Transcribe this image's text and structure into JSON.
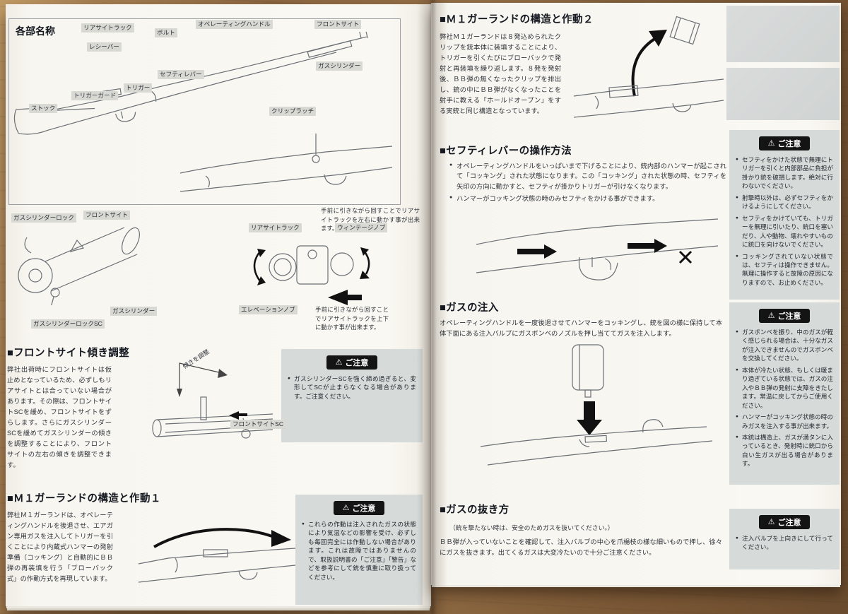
{
  "meta": {
    "warning_icon": "⚠"
  },
  "left": {
    "parts": {
      "title": "各部名称",
      "labels": [
        "リアサイトラック",
        "ボルト",
        "オペレーティングハンドル",
        "フロントサイト",
        "レシーバー",
        "ガスシリンダー",
        "セフティレバー",
        "トリガーガード",
        "トリガー",
        "ストック",
        "クリップラッチ"
      ],
      "note_right": "手前に引きながら回すことでリアサイトラックを左右に動かす事が出来ます。"
    },
    "gas_diagram": {
      "labels": [
        "ガスシリンダーロック",
        "フロントサイト",
        "ガスシリンダー",
        "ガスシリンダーロックSC"
      ]
    },
    "rear_sight_diagram": {
      "labels": [
        "リアサイトラック",
        "ウィンテージノブ",
        "エレベーションノブ"
      ],
      "note": "手前に引きながら回すことでリアサイトラックを上下に動かす事が出来ます。"
    },
    "front_sight_section": {
      "title": "■フロントサイト傾き調整",
      "body": "弊社出荷時にフロントサイトは仮止めとなっているため、必ずしもリアサイトとは合っていない場合があります。その際は、フロントサイトSCを緩め、フロントサイトをずらします。さらにガスシリンダーSCを緩めてガスシリンダーの傾きを調整することにより、フロントサイトの左右の傾きを調整できます。",
      "label_tilt": "傾きを調整",
      "label_sc": "フロントサイトSC"
    },
    "caution1": {
      "title": "ご注意",
      "items": [
        "ガスシリンダーSCを強く締め過ぎると、変形してSCが止まらなくなる場合があります。ご注意ください。"
      ]
    },
    "mech1_section": {
      "title": "■Ｍ１ガーランドの構造と作動１",
      "body": "弊社Ｍ１ガーランドは、オペレーティングハンドルを後退させ、エアガン専用ガスを注入してトリガーを引くことにより内蔵式ハンマーの発射準備（コッキング）と自動的にＢＢ弾の再装填を行う「ブローバック式」の作動方式を再現しています。"
    },
    "caution2": {
      "title": "ご注意",
      "items": [
        "これらの作動は注入されたガスの状態により気温などの影響を受け、必ずしも毎回完全には作動しない場合があります。これは故障ではありませんので、取扱説明書の「ご注意」「警告」などを参考にして銃を慎重に取り扱ってください。"
      ]
    }
  },
  "right": {
    "mech2_section": {
      "title": "■Ｍ１ガーランドの構造と作動２",
      "body": "弊社Ｍ１ガーランドは８発込められたクリップを銃本体に装填することにより、トリガーを引くたびにブローバックで発射と再装填を繰り返します。８発を発射後、ＢＢ弾の無くなったクリップを排出し、銃の中にＢＢ弾がなくなったことを射手に教える「ホールドオープン」をする実銃と同じ構造となっています。"
    },
    "safety_section": {
      "title": "■セフティレバーの操作方法",
      "items": [
        "オペレーティングハンドルをいっぱいまで下げることにより、銃内部のハンマーが起こされて「コッキング」された状態になります。この「コッキング」された状態の時、セフティを矢印の方向に動かすと、セフティが掛かりトリガーが引けなくなります。",
        "ハンマーがコッキング状態の時のみセフティをかける事ができます。"
      ]
    },
    "caution_safety": {
      "title": "ご注意",
      "items": [
        "セフティをかけた状態で無理にトリガーを引くと内部部品に負担が掛かり銃を破損します。絶対に行わないでください。",
        "射撃時以外は、必ずセフティをかけるようにしてください。",
        "セフティをかけていても、トリガーを無理に引いたり、銃口を塞いだり、人や動物、壊れやすいものに銃口を向けないでください。",
        "コッキングされていない状態では、セフティは操作できません。無理に操作すると故障の原因になりますので、お止めください。"
      ]
    },
    "gas_in_section": {
      "title": "■ガスの注入",
      "body": "オペレーティングハンドルを一度後退させてハンマーをコッキングし、銃を図の様に保持して本体下面にある注入バルブにガスボンベのノズルを押し当ててガスを注入します。"
    },
    "caution_gas": {
      "title": "ご注意",
      "items": [
        "ガスボンベを振り、中のガスが軽く感じられる場合は、十分なガスが注入できませんのでガスボンベを交換してください。",
        "本体が冷たい状態、もしくは暖まり過ぎている状態では、ガスの注入やＢＢ弾の発射に支障をきたします。常温に戻してからご使用ください。",
        "ハンマーがコッキング状態の時のみガスを注入する事が出来ます。",
        "本銃は構造上、ガスが満タンに入っているとき、発射時に銃口から白い生ガスが出る場合があります。"
      ]
    },
    "gas_out_section": {
      "title": "■ガスの抜き方",
      "note": "（銃を撃たない時は、安全のためガスを抜いてください。）",
      "body": "ＢＢ弾が入っていないことを確認して、注入バルブの中心を爪楊枝の様な細いもので押し、徐々にガスを抜きます。出てくるガスは大変冷たいので十分ご注意ください。"
    },
    "caution_valve": {
      "title": "ご注意",
      "items": [
        "注入バルブを上向きにして行ってください。"
      ]
    }
  }
}
